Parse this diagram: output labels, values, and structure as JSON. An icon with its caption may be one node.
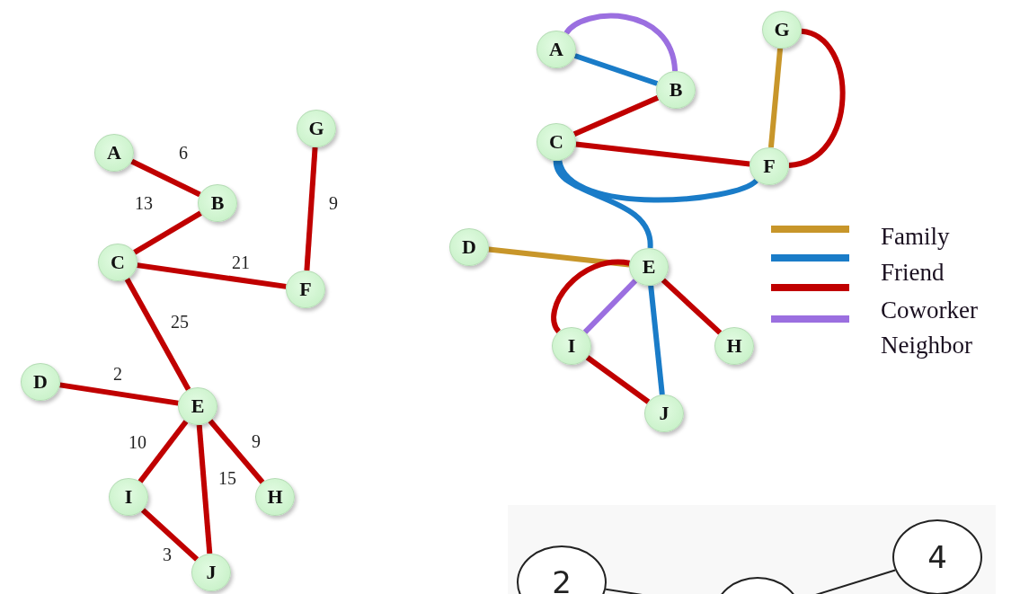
{
  "diagram": {
    "nodes": [
      {
        "text": [
          "A"
        ]
      },
      {
        "text": [
          "G"
        ]
      },
      {
        "text": [
          "B"
        ]
      },
      {
        "text": [
          "C"
        ]
      },
      {
        "text": [
          "F"
        ]
      },
      {
        "text": [
          "D"
        ]
      },
      {
        "text": [
          "E"
        ]
      },
      {
        "text": [
          "I"
        ]
      },
      {
        "text": [
          "H"
        ]
      },
      {
        "text": [
          "J"
        ]
      },
      {
        "text": [
          "A"
        ]
      },
      {
        "text": [
          "G"
        ]
      },
      {
        "text": [
          "B"
        ]
      },
      {
        "text": [
          "C"
        ]
      },
      {
        "text": [
          "F"
        ]
      },
      {
        "text": [
          "D"
        ]
      },
      {
        "text": [
          "E"
        ]
      },
      {
        "text": [
          "I"
        ]
      },
      {
        "text": [
          "H"
        ]
      },
      {
        "text": [
          "J"
        ]
      },
      {
        "text": [
          "2"
        ]
      },
      {
        "text": [],
        "shape": "circle"
      },
      {
        "text": [
          "4"
        ]
      }
    ],
    "edges": [
      {
        "from": 0,
        "to": 2,
        "arrow": "none",
        "label": "6"
      },
      {
        "from": 2,
        "to": 3,
        "arrow": "none",
        "label": "13"
      },
      {
        "from": 3,
        "to": 4,
        "arrow": "none",
        "label": "21"
      },
      {
        "from": 1,
        "to": 4,
        "arrow": "none",
        "label": "9"
      },
      {
        "from": 3,
        "to": 6,
        "arrow": "none",
        "label": "25"
      },
      {
        "from": 5,
        "to": 6,
        "arrow": "none",
        "label": "2"
      },
      {
        "from": 6,
        "to": 7,
        "arrow": "none",
        "label": "10"
      },
      {
        "from": 6,
        "to": 9,
        "arrow": "none",
        "label": "15"
      },
      {
        "from": 6,
        "to": 8,
        "arrow": "none",
        "label": "9"
      },
      {
        "from": 7,
        "to": 9,
        "arrow": "none",
        "label": "3"
      },
      {
        "from": 10,
        "to": 12,
        "arrow": "none",
        "color": "#9b6fe0"
      },
      {
        "from": 10,
        "to": 12,
        "arrow": "none",
        "color": "#1a7cc8"
      },
      {
        "from": 12,
        "to": 13,
        "arrow": "none"
      },
      {
        "from": 11,
        "to": 14,
        "arrow": "none",
        "color": "#c8962a"
      },
      {
        "from": 11,
        "to": 14,
        "arrow": "none"
      },
      {
        "from": 13,
        "to": 14,
        "arrow": "none"
      },
      {
        "from": 13,
        "to": 14,
        "arrow": "none",
        "color": "#1a7cc8"
      },
      {
        "from": 13,
        "to": 16,
        "arrow": "none",
        "color": "#1a7cc8"
      },
      {
        "from": 15,
        "to": 16,
        "arrow": "none",
        "color": "#c8962a"
      },
      {
        "from": 16,
        "to": 17,
        "arrow": "none"
      },
      {
        "from": 16,
        "to": 17,
        "arrow": "none",
        "color": "#9b6fe0"
      },
      {
        "from": 16,
        "to": 18,
        "arrow": "none"
      },
      {
        "from": 16,
        "to": 19,
        "arrow": "none",
        "color": "#1a7cc8"
      },
      {
        "from": 17,
        "to": 19,
        "arrow": "none"
      },
      {
        "from": 20,
        "to": 21,
        "arrow": "none",
        "color": "#222222"
      },
      {
        "from": 21,
        "to": 22,
        "arrow": "none",
        "color": "#222222"
      }
    ],
    "legend": [
      {
        "text": "Family",
        "color": "#c8962a"
      },
      {
        "text": "Friend",
        "color": "#1a7cc8"
      },
      {
        "text": "Coworker",
        "color": "#c00000"
      },
      {
        "text": "Neighbor",
        "color": "#9b6fe0"
      }
    ]
  }
}
